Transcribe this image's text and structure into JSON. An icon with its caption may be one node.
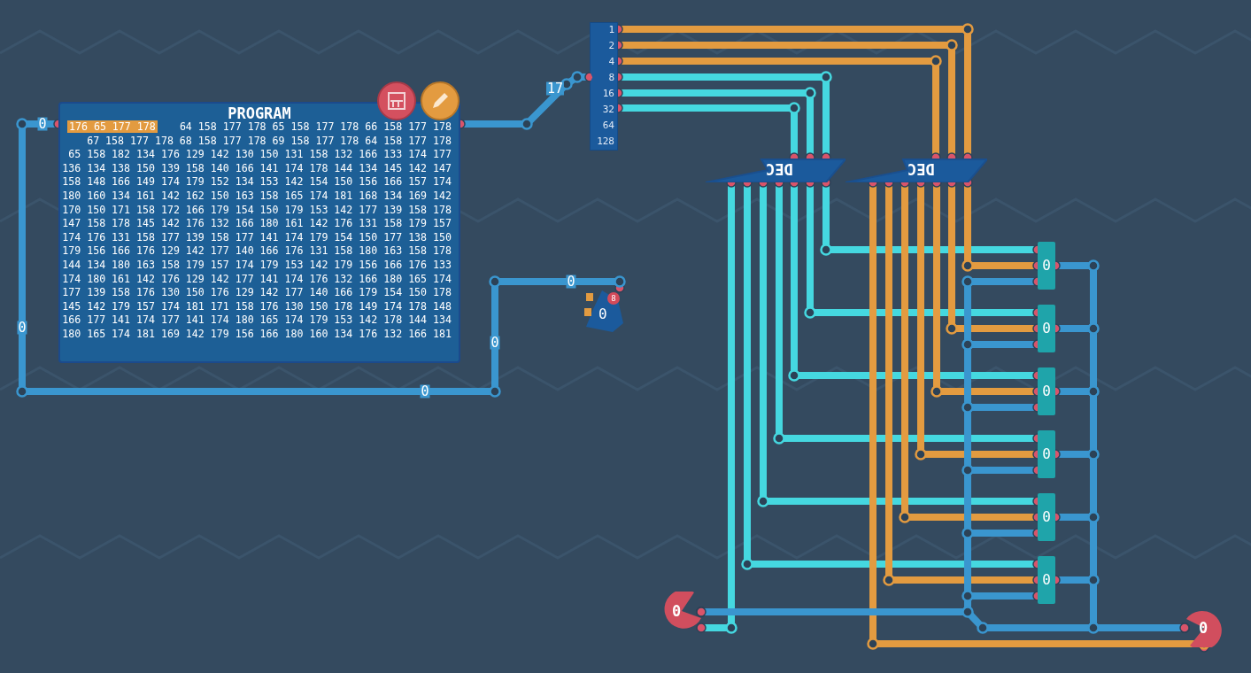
{
  "diagram": {
    "nodes": [
      {
        "text": [
          "PROGRAM",
          "176 65 177 178",
          "64 158 177 178 65 158 177 178 66 158 177 178",
          "67 158 177 178 68 158 177 178 69 158 177 178 64 158 177 178",
          "65 158 182 134 176 129 142 130 150 131 158 132 166 133 174 177",
          "136 134 138 150 139 158 140 166 141 174 178 144 134 145 142 147",
          "158 148 166 149 174 179 152 134 153 142 154 150 156 166 157 174",
          "180 160 134 161 142 162 150 163 158 165 174 181 168 134 169 142",
          "170 150 171 158 172 166 179 154 150 179 153 142 177 139 158 178",
          "147 158 178 145 142 176 132 166 180 161 142 176 131 158 179 157",
          "174 176 131 158 177 139 158 177 141 174 179 154 150 177 138 150",
          "179 156 166 176 129 142 177 140 166 176 131 158 180 163 158 178",
          "144 134 180 163 158 179 157 174 179 153 142 179 156 166 176 133",
          "174 180 161 142 176 129 142 177 141 174 176 132 166 180 165 174",
          "177 139 158 176 130 150 176 129 142 177 140 166 179 154 150 178",
          "145 142 179 157 174 181 171 158 176 130 150 178 149 174 178 148",
          "166 177 141 174 177 141 174 180 165 174 179 153 142 178 144 134",
          "180 165 174 181 169 142 179 156 166 180 160 134 176 132 166 181"
        ]
      },
      {
        "text": [
          "1",
          "2",
          "4",
          "8",
          "16",
          "32",
          "64",
          "128"
        ]
      },
      {
        "text": [
          "DEC"
        ]
      },
      {
        "text": [
          "DEC"
        ]
      },
      {
        "text": [
          "0"
        ]
      },
      {
        "text": [
          "0"
        ]
      },
      {
        "text": [
          "0"
        ]
      },
      {
        "text": [
          "0"
        ]
      },
      {
        "text": [
          "0"
        ]
      },
      {
        "text": [
          "0"
        ]
      },
      {
        "text": [
          "8",
          "0"
        ]
      },
      {
        "text": [
          "0"
        ]
      },
      {
        "text": [
          "0"
        ]
      }
    ],
    "edges": [
      {
        "from": 10,
        "to": 0,
        "arrow": "other",
        "label": "0"
      },
      {
        "from": 0,
        "to": 1,
        "arrow": "other",
        "label": "17"
      },
      {
        "from": 1,
        "to": 3,
        "arrow": "other",
        "color": "#e39b40"
      },
      {
        "from": 1,
        "to": 3,
        "arrow": "other",
        "color": "#e39b40"
      },
      {
        "from": 1,
        "to": 3,
        "arrow": "other",
        "color": "#e39b40"
      },
      {
        "from": 1,
        "to": 2,
        "arrow": "other",
        "color": "#45d8e0"
      },
      {
        "from": 1,
        "to": 2,
        "arrow": "other",
        "color": "#45d8e0"
      },
      {
        "from": 1,
        "to": 2,
        "arrow": "other",
        "color": "#45d8e0"
      },
      {
        "from": 2,
        "to": 4,
        "arrow": "other",
        "color": "#45d8e0"
      },
      {
        "from": 2,
        "to": 5,
        "arrow": "other",
        "color": "#45d8e0"
      },
      {
        "from": 2,
        "to": 6,
        "arrow": "other",
        "color": "#45d8e0"
      },
      {
        "from": 2,
        "to": 7,
        "arrow": "other",
        "color": "#45d8e0"
      },
      {
        "from": 2,
        "to": 8,
        "arrow": "other",
        "color": "#45d8e0"
      },
      {
        "from": 2,
        "to": 9,
        "arrow": "other",
        "color": "#45d8e0"
      },
      {
        "from": 2,
        "to": 11,
        "arrow": "other",
        "color": "#45d8e0"
      },
      {
        "from": 3,
        "to": 4,
        "arrow": "other",
        "color": "#e39b40"
      },
      {
        "from": 3,
        "to": 5,
        "arrow": "other",
        "color": "#e39b40"
      },
      {
        "from": 3,
        "to": 6,
        "arrow": "other",
        "color": "#e39b40"
      },
      {
        "from": 3,
        "to": 7,
        "arrow": "other",
        "color": "#e39b40"
      },
      {
        "from": 3,
        "to": 8,
        "arrow": "other",
        "color": "#e39b40"
      },
      {
        "from": 3,
        "to": 9,
        "arrow": "other",
        "color": "#e39b40"
      },
      {
        "from": 3,
        "to": 12,
        "arrow": "other",
        "color": "#e39b40"
      },
      {
        "from": 11,
        "to": 4,
        "arrow": "other"
      },
      {
        "from": 11,
        "to": 5,
        "arrow": "other"
      },
      {
        "from": 11,
        "to": 6,
        "arrow": "other"
      },
      {
        "from": 11,
        "to": 7,
        "arrow": "other"
      },
      {
        "from": 11,
        "to": 8,
        "arrow": "other"
      },
      {
        "from": 11,
        "to": 9,
        "arrow": "other"
      },
      {
        "from": 4,
        "to": 12,
        "arrow": "other"
      },
      {
        "from": 5,
        "to": 12,
        "arrow": "other"
      },
      {
        "from": 6,
        "to": 12,
        "arrow": "other"
      },
      {
        "from": 7,
        "to": 12,
        "arrow": "other"
      },
      {
        "from": 8,
        "to": 12,
        "arrow": "other"
      },
      {
        "from": 9,
        "to": 12,
        "arrow": "other"
      },
      {
        "from": 11,
        "to": 12,
        "arrow": "other"
      }
    ],
    "labels": [
      "0",
      "0",
      "0",
      "0"
    ]
  }
}
